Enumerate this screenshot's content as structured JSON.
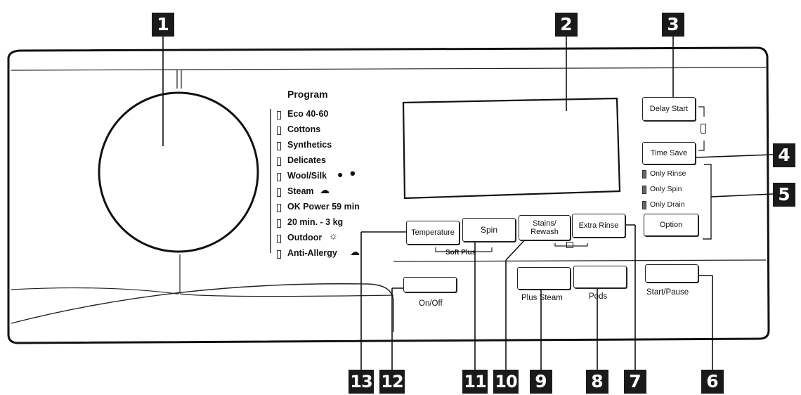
{
  "callouts": [
    "1",
    "2",
    "3",
    "4",
    "5",
    "6",
    "7",
    "8",
    "9",
    "10",
    "11",
    "12",
    "13"
  ],
  "program": {
    "title": "Program",
    "items": [
      "Eco 40-60",
      "Cottons",
      "Synthetics",
      "Delicates",
      "Wool/Silk",
      "Steam",
      "OK Power 59 min",
      "20 min. - 3 kg",
      "Outdoor",
      "Anti-Allergy"
    ]
  },
  "buttons": {
    "delay_start": "Delay Start",
    "time_save": "Time Save",
    "option": "Option",
    "temperature": "Temperature",
    "spin": "Spin",
    "stains_rewash": "Stains/\nRewash",
    "extra_rinse": "Extra Rinse"
  },
  "options": [
    "Only Rinse",
    "Only Spin",
    "Only Drain"
  ],
  "soft_plus": "Soft Plus",
  "labels": {
    "on_off": "On/Off",
    "plus_steam": "Plus Steam",
    "pods": "Pods",
    "start_pause": "Start/Pause"
  },
  "icons": {
    "wool": "wool-ball-icon",
    "hand_wash": "hand-wash-icon",
    "steam": "steam-icon",
    "outdoor": "outdoor-icon",
    "anti_allergy": "anti-allergy-icon",
    "lock": "child-lock-icon",
    "time_manager": "time-manager-icon"
  }
}
